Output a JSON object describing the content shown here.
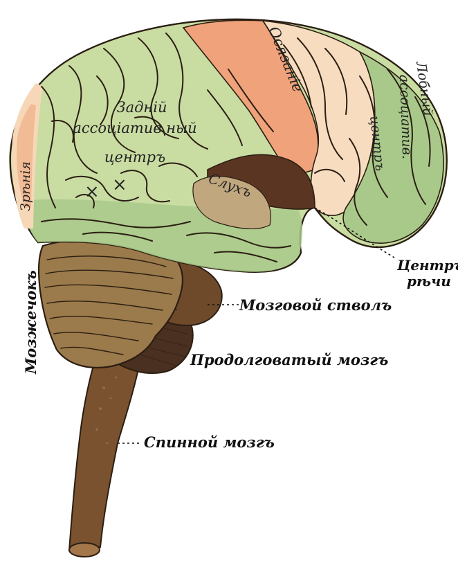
{
  "colors": {
    "cortex_green": "#c9dca2",
    "cortex_green_dark": "#a8c98a",
    "smell_orange": "#f0a27a",
    "vision_peach": "#f6d8b8",
    "association_peach": "#f7dcc0",
    "hearing_brown": "#5a3522",
    "hearing_olive": "#c0a77e",
    "cerebellum": "#9b7a4b",
    "brainstem": "#6e4a2b",
    "medulla": "#4a3020",
    "spinal": "#7a522f",
    "outline": "#2b1e12"
  },
  "labels": {
    "vision": "Зрѣнія",
    "posterior_association": [
      "Задній",
      "ассоціатив ный",
      "центръ"
    ],
    "smell": "Осязаніе",
    "hearing": "Слухъ",
    "anterior_association": "Лобный",
    "anterior_association_2": "ассоціатив.",
    "anterior_association_3": "центръ",
    "speech_center": [
      "Центръ",
      "рѣчи"
    ],
    "cerebellum": "Мозжечокъ",
    "brainstem": "Мозговой стволъ",
    "medulla": "Продолговатый мозгъ",
    "spinal_cord": "Спинной мозгъ"
  },
  "markers": [
    "×",
    "×"
  ]
}
